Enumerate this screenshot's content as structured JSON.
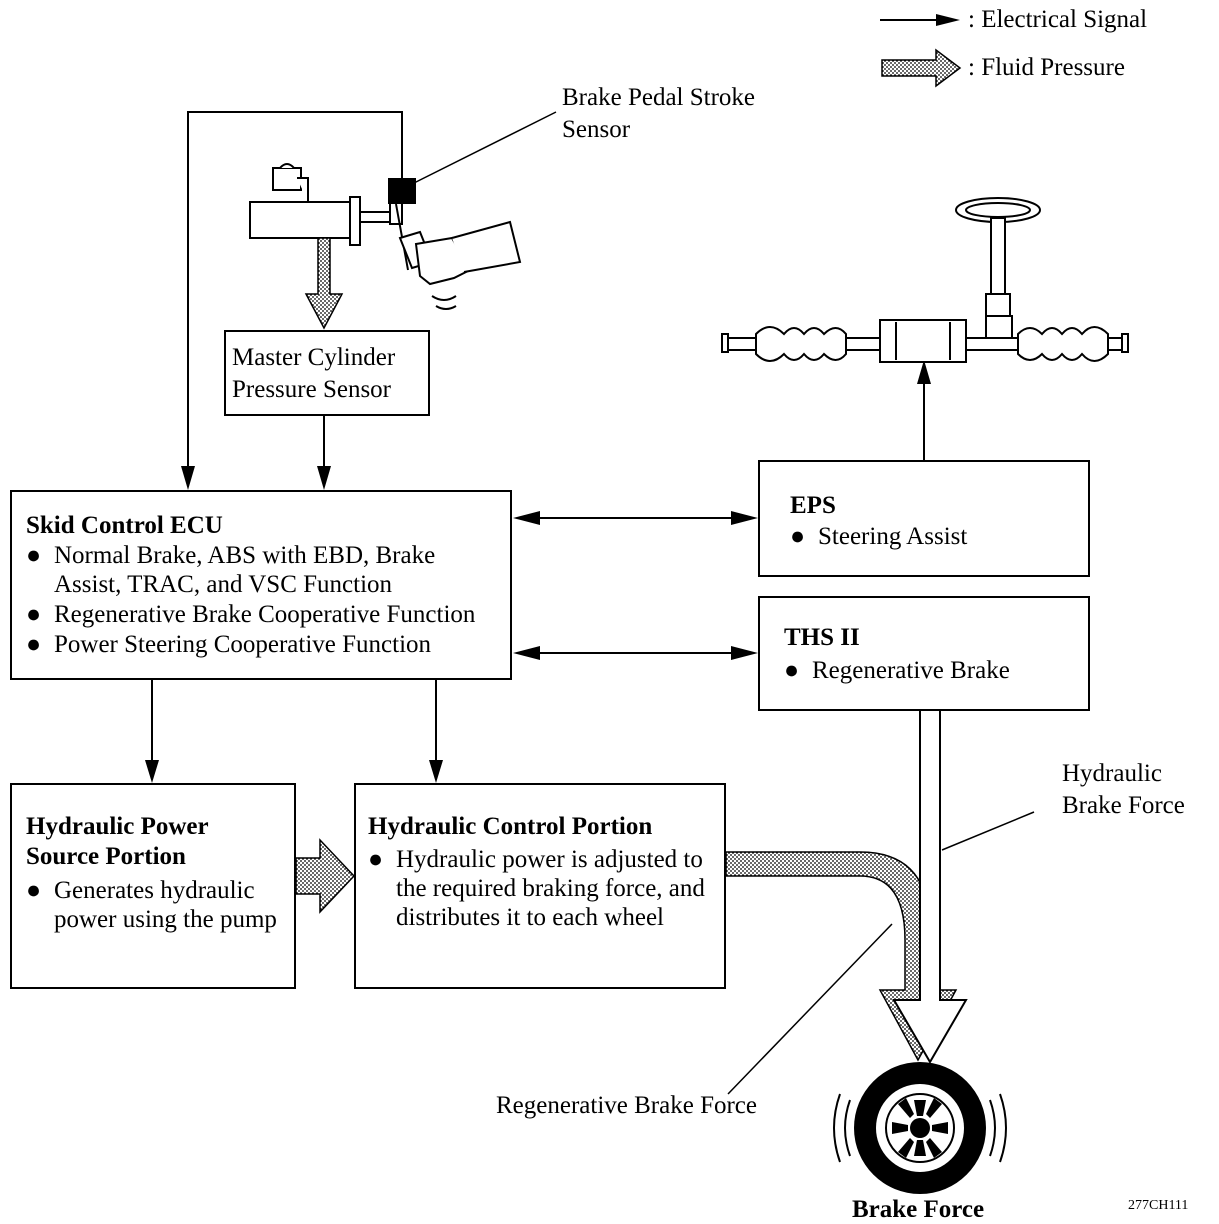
{
  "legend": {
    "electrical": ": Electrical Signal",
    "fluid": ": Fluid Pressure"
  },
  "labels": {
    "pedal_sensor_1": "Brake Pedal Stroke",
    "pedal_sensor_2": "Sensor",
    "hydraulic_force_1": "Hydraulic",
    "hydraulic_force_2": "Brake Force",
    "regen_force": "Regenerative Brake Force",
    "brake_force": "Brake Force",
    "figure_code": "277CH111"
  },
  "bullet": "●",
  "boxes": {
    "master_cyl": {
      "line1": "Master Cylinder",
      "line2": "Pressure Sensor"
    },
    "ecu": {
      "title": "Skid Control ECU",
      "items": [
        "Normal Brake, ABS with EBD, Brake Assist, TRAC, and VSC Function",
        "Regenerative Brake Cooperative Function",
        "Power Steering Cooperative Function"
      ]
    },
    "eps": {
      "title": "EPS",
      "items": [
        "Steering Assist"
      ]
    },
    "ths": {
      "title": "THS II",
      "items": [
        "Regenerative Brake"
      ]
    },
    "hps": {
      "title_1": "Hydraulic Power",
      "title_2": "Source Portion",
      "items": [
        "Generates hydraulic power using the pump"
      ]
    },
    "hcp": {
      "title": "Hydraulic Control Portion",
      "items": [
        "Hydraulic power is adjusted to the required braking force, and distributes it to each wheel"
      ]
    }
  }
}
